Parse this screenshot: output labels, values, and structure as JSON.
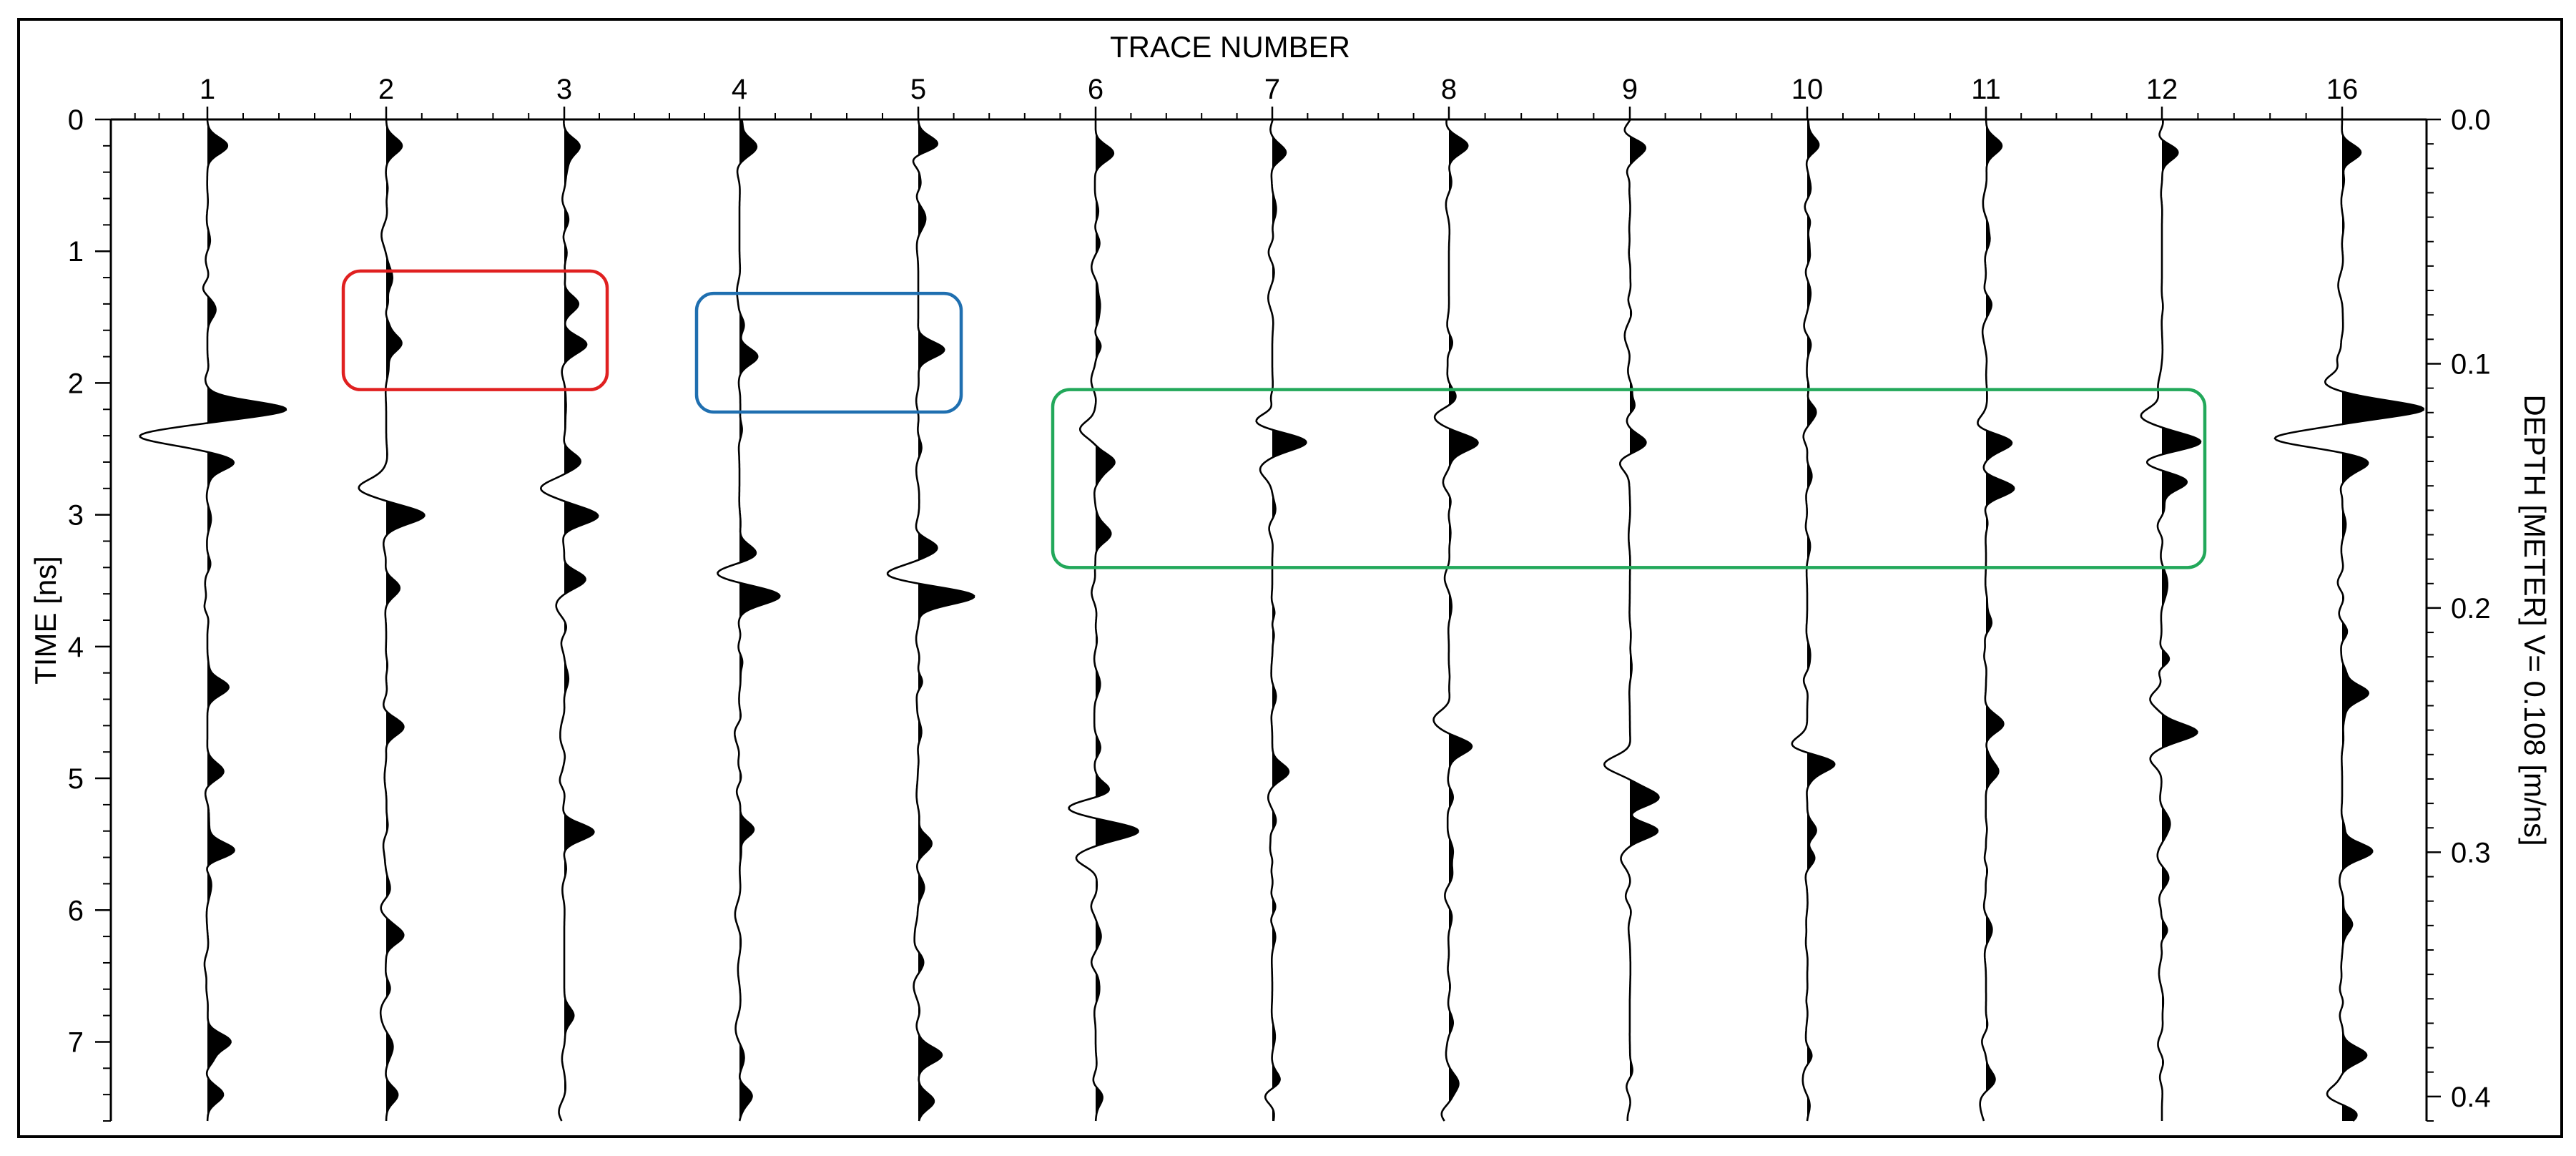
{
  "chart_data": {
    "type": "line",
    "title": "",
    "xlabel": "TRACE NUMBER",
    "ylabel": "TIME [ns]",
    "y2label": "DEPTH [METER] V= 0.108 [m/ns]",
    "ylim": [
      0,
      7.6
    ],
    "y2lim": [
      0,
      0.41
    ],
    "categories": [
      "1",
      "2",
      "3",
      "4",
      "5",
      "6",
      "7",
      "8",
      "9",
      "10",
      "11",
      "12",
      "16"
    ],
    "y_ticks": [
      "0",
      "1",
      "2",
      "3",
      "4",
      "5",
      "6",
      "7"
    ],
    "y2_ticks": [
      "0.0",
      "0.1",
      "0.2",
      "0.3",
      "0.4"
    ],
    "grid": false,
    "series": [
      {
        "trace": "1",
        "events": [
          {
            "t": 0.2,
            "a": 0.25
          },
          {
            "t": 1.45,
            "a": 0.1
          },
          {
            "t": 2.2,
            "a": 1.0
          },
          {
            "t": 2.4,
            "a": -0.85
          },
          {
            "t": 2.6,
            "a": 0.35
          },
          {
            "t": 4.3,
            "a": 0.3
          },
          {
            "t": 4.95,
            "a": 0.2
          },
          {
            "t": 5.55,
            "a": 0.35
          },
          {
            "t": 7.0,
            "a": 0.3
          },
          {
            "t": 7.4,
            "a": 0.2
          }
        ]
      },
      {
        "trace": "2",
        "events": [
          {
            "t": 0.2,
            "a": 0.2
          },
          {
            "t": 1.4,
            "a": 0.15
          },
          {
            "t": 1.7,
            "a": 0.2
          },
          {
            "t": 2.8,
            "a": -0.3
          },
          {
            "t": 3.0,
            "a": 0.4
          },
          {
            "t": 3.55,
            "a": 0.12
          },
          {
            "t": 4.6,
            "a": 0.2
          },
          {
            "t": 6.2,
            "a": 0.2
          },
          {
            "t": 7.4,
            "a": 0.15
          }
        ]
      },
      {
        "trace": "3",
        "events": [
          {
            "t": 0.2,
            "a": 0.2
          },
          {
            "t": 1.4,
            "a": 0.18
          },
          {
            "t": 1.7,
            "a": 0.25
          },
          {
            "t": 2.6,
            "a": 0.2
          },
          {
            "t": 2.8,
            "a": -0.3
          },
          {
            "t": 3.0,
            "a": 0.4
          },
          {
            "t": 3.5,
            "a": 0.2
          },
          {
            "t": 5.4,
            "a": 0.3
          },
          {
            "t": 6.8,
            "a": 0.12
          }
        ]
      },
      {
        "trace": "4",
        "events": [
          {
            "t": 0.2,
            "a": 0.2
          },
          {
            "t": 1.8,
            "a": 0.22
          },
          {
            "t": 3.3,
            "a": 0.22
          },
          {
            "t": 3.45,
            "a": -0.3
          },
          {
            "t": 3.62,
            "a": 0.5
          },
          {
            "t": 5.4,
            "a": 0.22
          },
          {
            "t": 7.4,
            "a": 0.15
          }
        ]
      },
      {
        "trace": "5",
        "events": [
          {
            "t": 0.2,
            "a": 0.25
          },
          {
            "t": 1.75,
            "a": 0.3
          },
          {
            "t": 3.25,
            "a": 0.25
          },
          {
            "t": 3.45,
            "a": -0.45
          },
          {
            "t": 3.62,
            "a": 0.7
          },
          {
            "t": 5.5,
            "a": 0.2
          },
          {
            "t": 7.1,
            "a": 0.3
          },
          {
            "t": 7.45,
            "a": 0.2
          }
        ]
      },
      {
        "trace": "6",
        "events": [
          {
            "t": 0.25,
            "a": 0.2
          },
          {
            "t": 2.35,
            "a": -0.2
          },
          {
            "t": 2.6,
            "a": 0.25
          },
          {
            "t": 3.15,
            "a": 0.15
          },
          {
            "t": 5.1,
            "a": 0.2
          },
          {
            "t": 5.22,
            "a": -0.35
          },
          {
            "t": 5.4,
            "a": 0.55
          },
          {
            "t": 5.6,
            "a": -0.2
          },
          {
            "t": 7.4,
            "a": 0.1
          }
        ]
      },
      {
        "trace": "7",
        "events": [
          {
            "t": 0.25,
            "a": 0.2
          },
          {
            "t": 2.3,
            "a": -0.2
          },
          {
            "t": 2.45,
            "a": 0.45
          },
          {
            "t": 2.65,
            "a": -0.15
          },
          {
            "t": 4.95,
            "a": 0.2
          },
          {
            "t": 7.3,
            "a": 0.1
          }
        ]
      },
      {
        "trace": "8",
        "events": [
          {
            "t": 0.2,
            "a": 0.2
          },
          {
            "t": 2.25,
            "a": -0.15
          },
          {
            "t": 2.45,
            "a": 0.35
          },
          {
            "t": 4.55,
            "a": -0.15
          },
          {
            "t": 4.75,
            "a": 0.3
          },
          {
            "t": 7.3,
            "a": 0.1
          }
        ]
      },
      {
        "trace": "9",
        "events": [
          {
            "t": 0.2,
            "a": 0.2
          },
          {
            "t": 2.45,
            "a": 0.2
          },
          {
            "t": 2.6,
            "a": -0.15
          },
          {
            "t": 4.9,
            "a": -0.3
          },
          {
            "t": 5.15,
            "a": 0.35
          },
          {
            "t": 5.4,
            "a": 0.35
          },
          {
            "t": 5.6,
            "a": -0.15
          }
        ]
      },
      {
        "trace": "10",
        "events": [
          {
            "t": 0.2,
            "a": 0.2
          },
          {
            "t": 2.2,
            "a": 0.12
          },
          {
            "t": 4.75,
            "a": -0.2
          },
          {
            "t": 4.9,
            "a": 0.35
          },
          {
            "t": 5.4,
            "a": 0.12
          }
        ]
      },
      {
        "trace": "11",
        "events": [
          {
            "t": 0.2,
            "a": 0.2
          },
          {
            "t": 2.45,
            "a": 0.3
          },
          {
            "t": 2.8,
            "a": 0.3
          },
          {
            "t": 4.6,
            "a": 0.2
          },
          {
            "t": 4.95,
            "a": 0.15
          },
          {
            "t": 7.3,
            "a": 0.1
          }
        ]
      },
      {
        "trace": "12",
        "events": [
          {
            "t": 0.25,
            "a": 0.2
          },
          {
            "t": 2.25,
            "a": -0.25
          },
          {
            "t": 2.45,
            "a": 0.5
          },
          {
            "t": 2.6,
            "a": -0.25
          },
          {
            "t": 2.75,
            "a": 0.4
          },
          {
            "t": 4.4,
            "a": -0.15
          },
          {
            "t": 4.65,
            "a": 0.45
          },
          {
            "t": 4.85,
            "a": -0.15
          }
        ]
      },
      {
        "trace": "16",
        "events": [
          {
            "t": 0.25,
            "a": 0.2
          },
          {
            "t": 2.0,
            "a": -0.2
          },
          {
            "t": 2.2,
            "a": 1.0
          },
          {
            "t": 2.42,
            "a": -0.9
          },
          {
            "t": 2.6,
            "a": 0.4
          },
          {
            "t": 4.35,
            "a": 0.35
          },
          {
            "t": 5.55,
            "a": 0.35
          },
          {
            "t": 6.1,
            "a": 0.15
          },
          {
            "t": 7.1,
            "a": 0.3
          },
          {
            "t": 7.4,
            "a": -0.2
          },
          {
            "t": 7.55,
            "a": 0.2
          }
        ]
      }
    ],
    "highlight_boxes": [
      {
        "color": "#e02020",
        "traces": [
          "2",
          "3"
        ],
        "t_range": [
          1.15,
          2.05
        ]
      },
      {
        "color": "#1f6fb0",
        "traces": [
          "4",
          "5"
        ],
        "t_range": [
          1.32,
          2.22
        ]
      },
      {
        "color": "#22a85a",
        "traces": [
          "6",
          "12"
        ],
        "t_range": [
          2.05,
          3.4
        ]
      }
    ]
  }
}
